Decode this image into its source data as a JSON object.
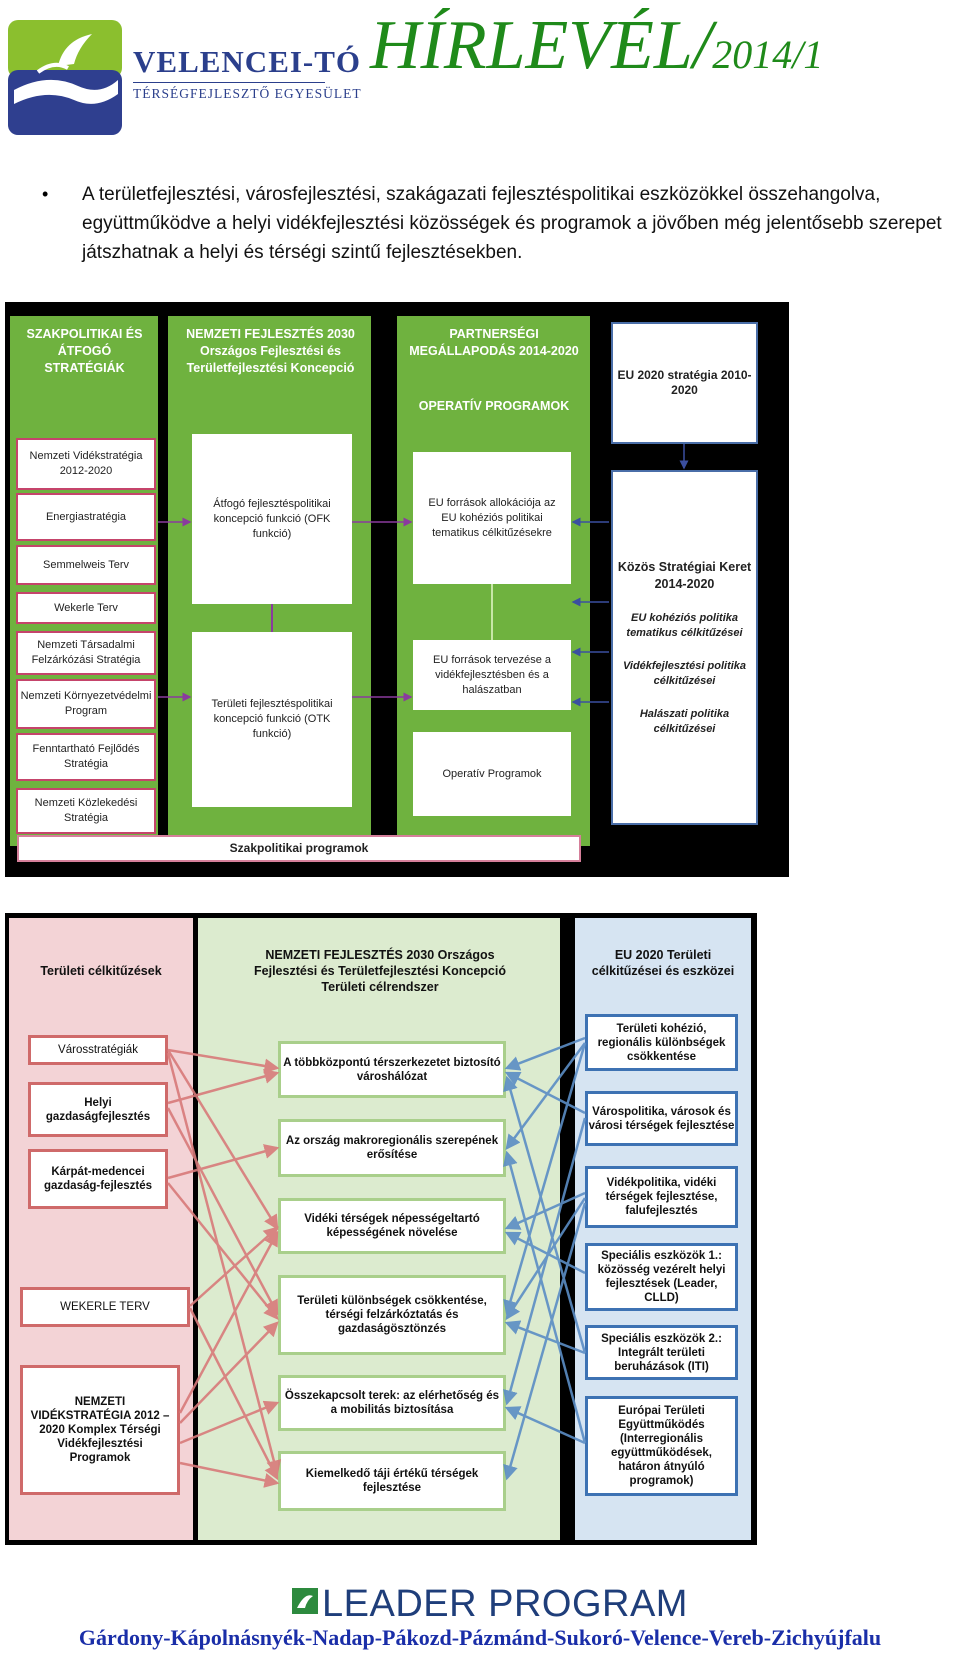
{
  "header": {
    "org_name": "VELENCEI-TÓ",
    "org_subtitle": "TÉRSÉGFEJLESZTŐ EGYESÜLET",
    "newsletter_word": "HÍRLEVÉL/",
    "newsletter_issue": "2014/1",
    "colors": {
      "title": "#1f8a1a",
      "org": "#2b3f8c"
    }
  },
  "bullet": {
    "symbol": "•",
    "text": "A területfejlesztési, városfejlesztési, szakágazati fejlesztéspolitikai eszközökkel összehangolva, együttműködve a helyi vidékfejlesztési közösségek és programok a jövőben még jelentősebb szerepet játszhatnak a helyi és térségi szintű fejlesztésekben."
  },
  "diagram1": {
    "col1_title": "SZAKPOLITIKAI ÉS ÁTFOGÓ STRATÉGIÁK",
    "col2_title": "NEMZETI FEJLESZTÉS 2030 Országos Fejlesztési és Területfejlesztési Koncepció",
    "col3_title": "PARTNERSÉGI MEGÁLLAPODÁS 2014-2020",
    "col3_subtitle": "OPERATÍV PROGRAMOK",
    "eu_box": "EU 2020 stratégia 2010-2020",
    "strategies": [
      "Nemzeti Vidékstratégia 2012-2020",
      "Energiastratégia",
      "Semmelweis Terv",
      "Wekerle Terv",
      "Nemzeti Társadalmi Felzárkózási Stratégia",
      "Nemzeti Környezetvédelmi Program",
      "Fenntartható Fejlődés Stratégia",
      "Nemzeti Közlekedési Stratégia"
    ],
    "ofk_box": "Átfogó fejlesztéspolitikai koncepció funkció (OFK funkció)",
    "otk_box": "Területi fejlesztéspolitikai koncepció funkció (OTK funkció)",
    "eu_alloc_box": "EU források allokációja az EU kohéziós politikai tematikus célkitűzésekre",
    "eu_plan_box": "EU források tervezése a vidékfejlesztésben és a halászatban",
    "operative_box": "Operatív Programok",
    "kozos_title": "Közös Stratégiai Keret 2014-2020",
    "kozos_items": [
      "EU kohéziós politika tematikus célkitűzései",
      "Vidékfejlesztési politika célkitűzései",
      "Halászati politika célkitűzései"
    ],
    "bottom_bar": "Szakpolitikai programok"
  },
  "diagram2": {
    "left_title": "Területi célkitűzések",
    "mid_title": "NEMZETI FEJLESZTÉS 2030 Országos Fejlesztési és Területfejlesztési Koncepció Területi célrendszer",
    "right_title": "EU 2020 Területi célkitűzései és eszközei",
    "left_items": [
      "Városstratégiák",
      "Helyi gazdaságfejlesztés",
      "Kárpát-medencei gazdaság-fejlesztés",
      "WEKERLE TERV",
      "NEMZETI VIDÉKSTRATÉGIA 2012 – 2020 Komplex Térségi Vidékfejlesztési Programok"
    ],
    "mid_items": [
      "A többközpontú térszerkezetet biztosító városhálózat",
      "Az ország makroregionális szerepének erősítése",
      "Vidéki térségek népességeltartó képességének növelése",
      "Területi különbségek csökkentése, térségi felzárkóztatás és gazdaságösztönzés",
      "Összekapcsolt terek: az elérhetőség és a mobilitás biztosítása",
      "Kiemelkedő táji értékű térségek fejlesztése"
    ],
    "right_items": [
      "Területi kohézió, regionális különbségek csökkentése",
      "Várospolitika, városok és városi térségek fejlesztése",
      "Vidékpolitika, vidéki térségek fejlesztése, falufejlesztés",
      "Speciális eszközök 1.: közösség vezérelt helyi fejlesztések (Leader, CLLD)",
      "Speciális eszközök 2.: Integrált területi beruházások (ITI)",
      "Európai Területi Együttműködés (Interregionális együttműködések, határon átnyúló programok)"
    ],
    "colors": {
      "left_bg": "#f3d3d6",
      "mid_bg": "#dcebcf",
      "right_bg": "#d6e4f2",
      "left_arrow": "#d87a7a",
      "right_arrow": "#5b8dc5"
    }
  },
  "footer": {
    "program": "LEADER PROGRAM",
    "towns": "Gárdony-Kápolnásnyék-Nadap-Pákozd-Pázmánd-Sukoró-Velence-Vereb-Zichyújfalu"
  }
}
